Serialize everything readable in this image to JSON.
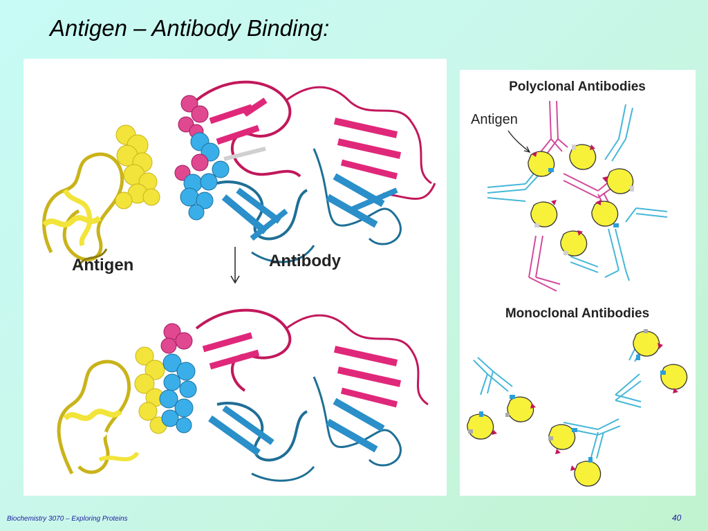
{
  "slide": {
    "title": "Antigen – Antibody Binding:",
    "footer": "Biochemistry 3070 – Exploring Proteins",
    "page_number": "40"
  },
  "structure_panel": {
    "antigen_label": "Antigen",
    "antibody_label": "Antibody"
  },
  "antibody_panel": {
    "polyclonal_title": "Polyclonal Antibodies",
    "antigen_callout": "Antigen",
    "monoclonal_title": "Monoclonal Antibodies"
  },
  "colors": {
    "antigen_yellow": "#f2e43a",
    "heavy_chain_magenta": "#c2185b",
    "light_chain_blue": "#2b8fc9",
    "epitope_pink": "#e04890",
    "epitope_cyan": "#3aaee8",
    "poly_magenta": "#d24a9a",
    "poly_cyan": "#45b7d8",
    "footer_blue": "#1a1aa0"
  }
}
